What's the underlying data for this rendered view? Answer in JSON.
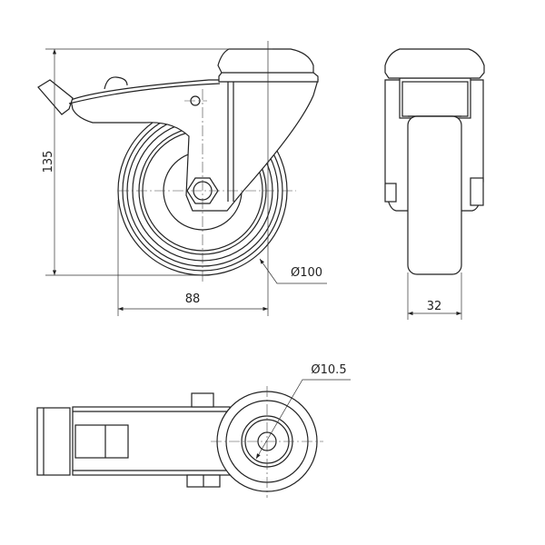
{
  "dimensions": {
    "height": "135",
    "width": "88",
    "wheel_diameter": "Ø100",
    "wheel_width": "32",
    "bolt_hole_diameter": "Ø10.5"
  },
  "colors": {
    "line": "#222222",
    "background": "#ffffff"
  }
}
